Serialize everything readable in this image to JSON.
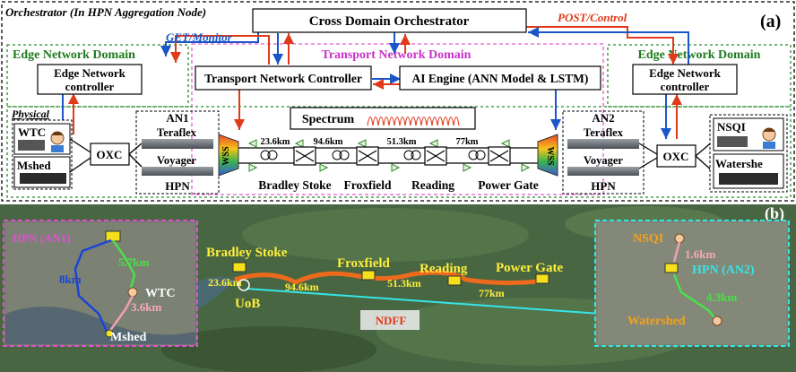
{
  "panel_a": {
    "panel_label": "(a)",
    "orchestrator_region_label": "Orchestrator (In HPN Aggregation Node)",
    "cross_domain_orchestrator": "Cross Domain Orchestrator",
    "get_monitor": "GET/Monitor",
    "post_control": "POST/Control",
    "edge_domain_left": "Edge Network Domain",
    "edge_domain_right": "Edge Network Domain",
    "transport_domain": "Transport Network Domain",
    "edge_ctrl_left_l1": "Edge Network",
    "edge_ctrl_left_l2": "controller",
    "edge_ctrl_right_l1": "Edge Network",
    "edge_ctrl_right_l2": "controller",
    "transport_controller": "Transport Network Controller",
    "ai_engine": "AI Engine (ANN Model & LSTM)",
    "physical_label": "Physical",
    "wtc": "WTC",
    "mshed": "Mshed",
    "oxc_left": "OXC",
    "oxc_right": "OXC",
    "an1": "AN1",
    "an2": "AN2",
    "teraflex_left": "Teraflex",
    "voyager_left": "Voyager",
    "teraflex_right": "Teraflex",
    "voyager_right": "Voyager",
    "hpn_left": "HPN",
    "hpn_right": "HPN",
    "wss": "WSS",
    "spectrum": "Spectrum",
    "nsqi": "NSQI",
    "watershed_a": "Watershe",
    "dist_1": "23.6km",
    "dist_2": "94.6km",
    "dist_3": "51.3km",
    "dist_4": "77km",
    "site_1": "Bradley Stoke",
    "site_2": "Froxfield",
    "site_3": "Reading",
    "site_4": "Power Gate"
  },
  "panel_b": {
    "panel_label": "(b)",
    "hpn_an1": "HPN (AN1)",
    "d_8km": "8km",
    "d_57km": "5.7km",
    "d_36km": "3.6km",
    "wtc": "WTC",
    "mshed": "Mshed",
    "bradley_stoke": "Bradley Stoke",
    "d_236": "23.6km",
    "uob": "UoB",
    "d_946": "94.6km",
    "froxfield": "Froxfield",
    "reading": "Reading",
    "d_513": "51.3km",
    "power_gate": "Power Gate",
    "d_77": "77km",
    "ndff": "NDFF",
    "nsqi": "NSQI",
    "d_16km": "1.6km",
    "hpn_an2": "HPN (AN2)",
    "d_43km": "4.3km",
    "watershed": "Watershed"
  }
}
